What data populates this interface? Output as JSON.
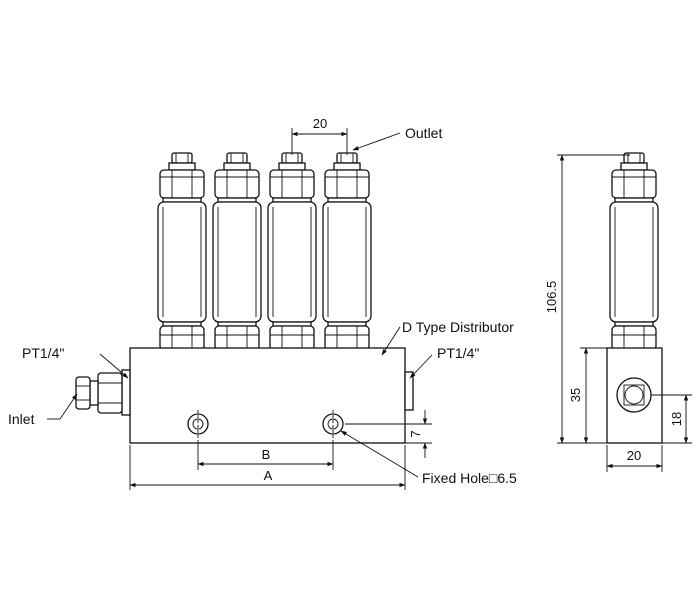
{
  "labels": {
    "outlet": "Outlet",
    "d_type": "D Type Distributor",
    "pt_left": "PT1/4\"",
    "pt_right": "PT1/4\"",
    "inlet": "Inlet",
    "fixed_hole": "Fixed Hole□6.5"
  },
  "dimensions": {
    "pitch": "20",
    "b": "B",
    "a": "A",
    "hole_offset": "7",
    "height_total": "106.5",
    "block_height": "35",
    "hole_height": "18",
    "block_width": "20"
  }
}
